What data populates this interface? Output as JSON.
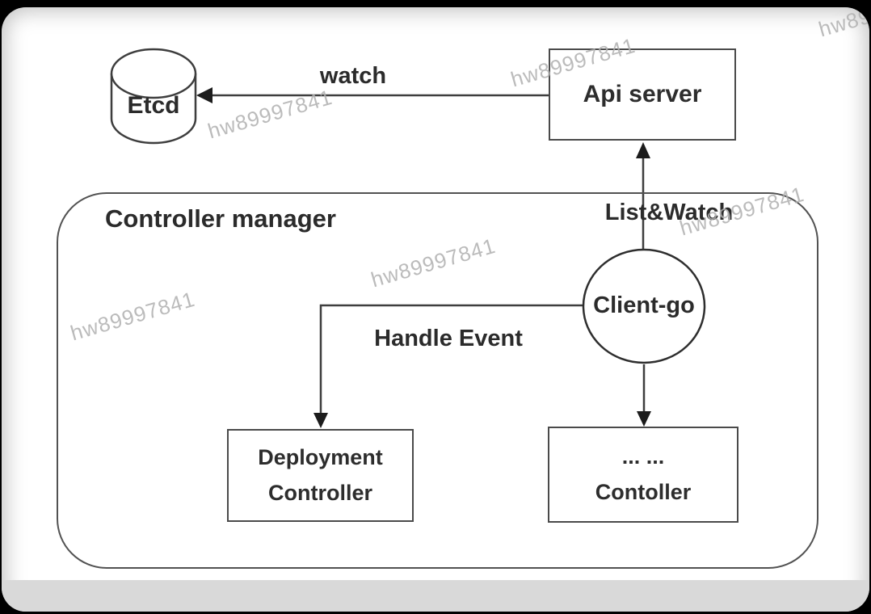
{
  "page": {
    "background": "#ffffff",
    "frame_background": "#000000",
    "footer_band_color": "#d9d9d9"
  },
  "colors": {
    "line": "#3e3e3e",
    "box_border": "#4a4a4a",
    "text": "#2d2d2d",
    "watermark": "#afafaf"
  },
  "watermark": {
    "text": "hw89997841"
  },
  "nodes": {
    "etcd": {
      "label": "Etcd",
      "shape": "cylinder"
    },
    "api_server": {
      "label": "Api server",
      "shape": "rectangle"
    },
    "controller_manager": {
      "label": "Controller manager",
      "shape": "rounded-rectangle"
    },
    "client_go": {
      "label": "Client-go",
      "shape": "circle"
    },
    "deployment_controller": {
      "label_line1": "Deployment",
      "label_line2": "Controller",
      "shape": "rectangle"
    },
    "other_controller": {
      "label_line1": "... ...",
      "label_line2": "Contoller",
      "shape": "rectangle"
    }
  },
  "edges": {
    "watch": {
      "label": "watch",
      "from": "Api server",
      "to": "Etcd"
    },
    "list_watch": {
      "label": "List&Watch",
      "from": "Client-go",
      "to": "Api server"
    },
    "handle_event": {
      "label": "Handle Event",
      "from": "Client-go",
      "to": "Deployment Controller"
    },
    "client_go_to_other": {
      "label": "",
      "from": "Client-go",
      "to": "... ... Contoller"
    }
  }
}
